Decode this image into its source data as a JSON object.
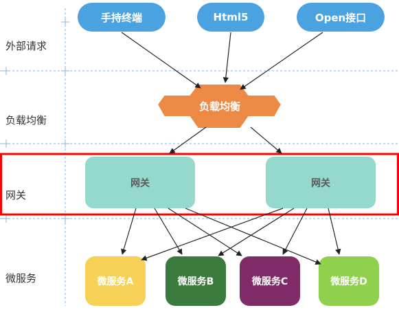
{
  "layers": {
    "external": "外部请求",
    "load_balance": "负载均衡",
    "gateway": "网关",
    "microservice": "微服务"
  },
  "clients": {
    "mobile": "手持终端",
    "html5": "Html5",
    "open_api": "Open接口"
  },
  "load_balancer": "负载均衡",
  "gateways": {
    "left": "网关",
    "right": "网关"
  },
  "services": {
    "a": "微服务A",
    "b": "微服务B",
    "c": "微服务C",
    "d": "微服务D"
  },
  "colors": {
    "client_blue": "#4aa3e0",
    "load_balancer_orange": "#ec8a45",
    "gateway_mint": "#95d8cc",
    "service_a": "#f6d155",
    "service_b": "#3a7a3d",
    "service_c": "#7f2b68",
    "service_d": "#8fd04c",
    "highlight_red": "#ff0000",
    "guide_blue": "#8ab4d8"
  }
}
